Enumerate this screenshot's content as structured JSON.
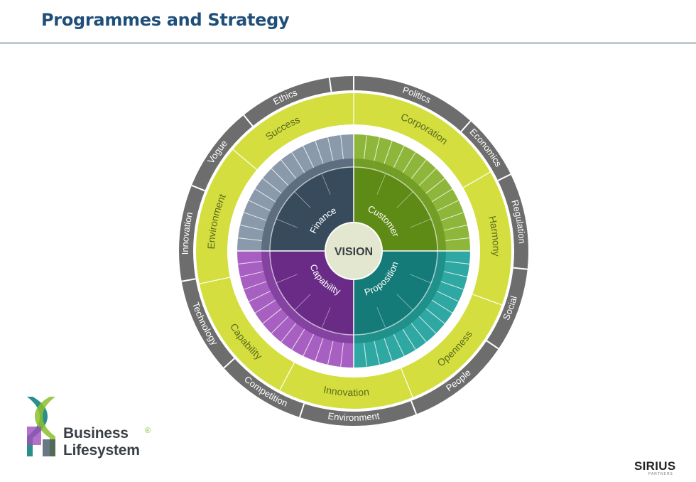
{
  "header": {
    "title": "Programmes and Strategy"
  },
  "diagram": {
    "center_label": "VISION",
    "quadrants": [
      {
        "label": "Customer",
        "color": "#5e8a16",
        "ring_color": "#8db63a"
      },
      {
        "label": "Proposition",
        "color": "#147b78",
        "ring_color": "#2fa8a3"
      },
      {
        "label": "Capability",
        "color": "#6a2b86",
        "ring_color": "#a760c1"
      },
      {
        "label": "Finance",
        "color": "#384b5c",
        "ring_color": "#8a9aab"
      }
    ],
    "values_ring": {
      "color": "#d4df3f",
      "labels": [
        "Corporation",
        "Harmony",
        "Openness",
        "Innovation",
        "Capability",
        "Environment",
        "Success"
      ]
    },
    "outer_ring": {
      "color": "#6d6d6d",
      "labels": [
        "Politics",
        "Economics",
        "Regulation",
        "Social",
        "People",
        "Environment",
        "Competition",
        "Technology",
        "Innovation",
        "Vogue",
        "Ethics"
      ]
    }
  },
  "logo": {
    "line1": "Business",
    "line2": "Lifesystem",
    "mark": "®"
  },
  "footer": {
    "brand": "SIRIUS",
    "brand_sub": "PARTNERS"
  }
}
